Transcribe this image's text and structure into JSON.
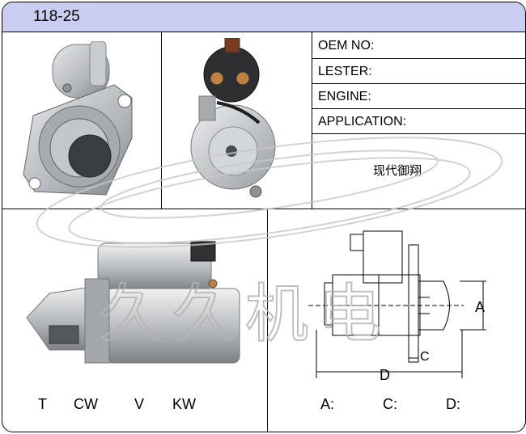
{
  "header": {
    "code": "118-25"
  },
  "info": {
    "oem_label": "OEM NO:",
    "lester_label": "LESTER:",
    "engine_label": "ENGINE:",
    "application_label": "APPLICATION:",
    "application_value": "现代御翔"
  },
  "specs": {
    "left": [
      "T",
      "CW",
      "V",
      "KW"
    ],
    "right": [
      "A:",
      "C:",
      "D:"
    ]
  },
  "diagram": {
    "label_a": "A",
    "label_c": "C",
    "label_d": "D"
  },
  "watermark": {
    "text": "久久机电"
  },
  "colors": {
    "header_bg": "#c9cdf0",
    "border": "#000000",
    "metal": "#b9bcbf"
  }
}
